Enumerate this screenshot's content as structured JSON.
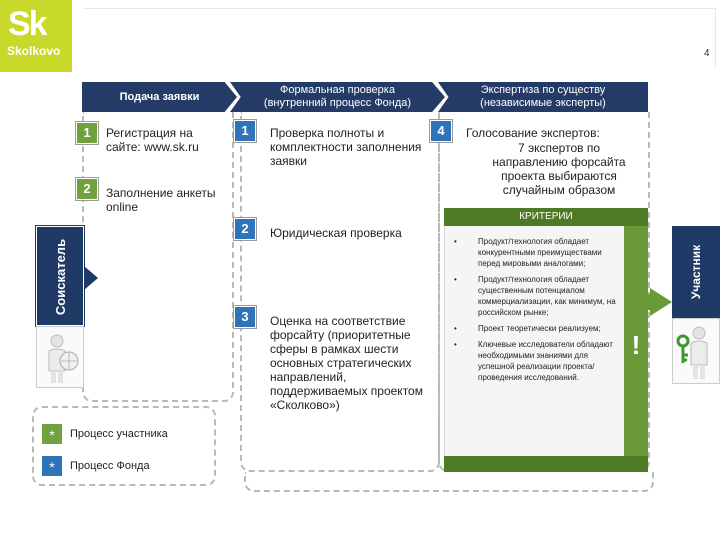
{
  "logo": {
    "mark": "Sk",
    "word": "Skolkovo"
  },
  "page_number": "4",
  "headers": {
    "col1": [
      "Подача заявки"
    ],
    "col2": [
      "Формальная проверка",
      "(внутренний процесс Фонда)"
    ],
    "col3": [
      "Экспертиза по существу",
      "(независимые эксперты)"
    ]
  },
  "col1_steps": [
    {
      "num": "1",
      "text": "Регистрация на сайте: www.sk.ru"
    },
    {
      "num": "2",
      "text": "Заполнение анкеты online"
    }
  ],
  "col2_steps": [
    {
      "num": "1",
      "text": "Проверка полноты и комплектности заполнения заявки"
    },
    {
      "num": "2",
      "text": "Юридическая проверка"
    },
    {
      "num": "3",
      "text": "Оценка на соответствие форсайту (приоритетные сферы в рамках шести основных стратегических направлений, поддерживаемых проектом «Сколково»)"
    }
  ],
  "col3_step": {
    "num": "4",
    "title": "Голосование экспертов:",
    "text": "7 экспертов по направлению форсайта проекта выбираются случайным образом"
  },
  "criteria": {
    "title": "КРИТЕРИИ",
    "exclamation": "!",
    "items": [
      "Продукт/технология обладает конкурентными преимуществами перед мировыми аналогами;",
      "Продукт/технология обладает существенным потенциалом коммерциализации, как минимум, на российском рынке;",
      "Проект теоретически реализуем;",
      "Ключевые исследователи обладают необходимыми знаниями для успешной реализации проекта/проведения исследований."
    ]
  },
  "side": {
    "left_label": "Соискатель",
    "right_label": "Участник"
  },
  "legend": [
    {
      "symbol": "*",
      "label": "Процесс участника",
      "color": "#6fa23d"
    },
    {
      "symbol": "*",
      "label": "Процесс Фонда",
      "color": "#2f73b8"
    }
  ],
  "colors": {
    "navy": "#233b66",
    "green": "#6fa23d",
    "blue": "#2f73b8",
    "logo_green": "#c8d92c"
  }
}
